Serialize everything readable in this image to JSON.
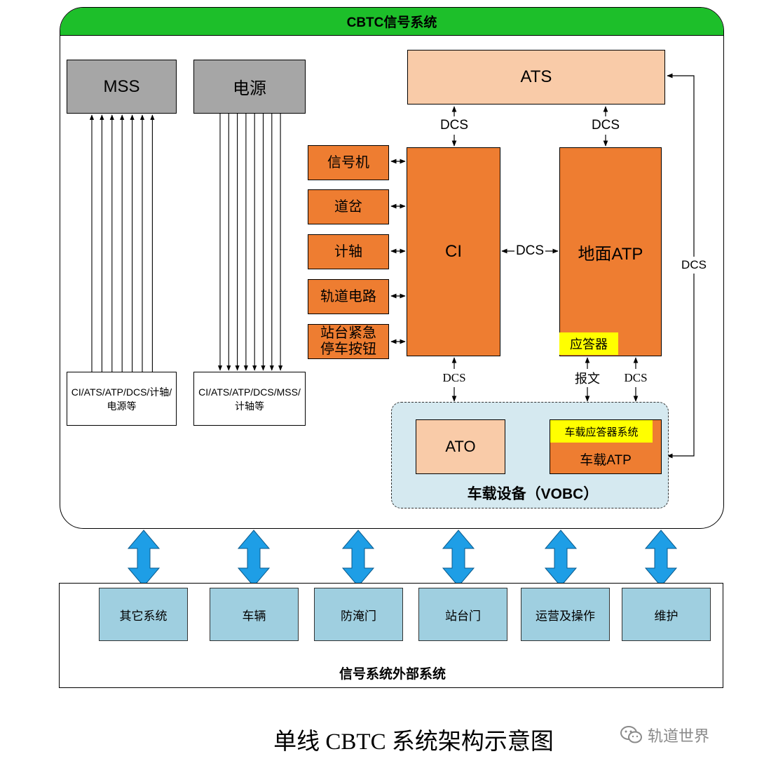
{
  "system": {
    "title": "CBTC信号系统",
    "mss": "MSS",
    "power": "电源",
    "mss_sources": "CI/ATS/ATP/DCS/计轴/电源等",
    "power_targets": "CI/ATS/ATP/DCS/MSS/计轴等",
    "ats": "ATS",
    "ci": "CI",
    "ground_atp": "地面ATP",
    "balise": "应答器",
    "devices": [
      "信号机",
      "道岔",
      "计轴",
      "轨道电路",
      "站台紧急停车按钮"
    ],
    "links": {
      "dcs_ats_ci": "DCS",
      "dcs_ats_atp": "DCS",
      "dcs_ci_atp": "DCS",
      "dcs_ats_vobc": "DCS",
      "dcs_ci_vobc": "DCS",
      "telegram": "报文",
      "dcs_atp_vobc": "DCS"
    },
    "vobc": {
      "title": "车载设备（VOBC）",
      "ato": "ATO",
      "onboard_balise": "车载应答器系统",
      "onboard_atp": "车载ATP"
    }
  },
  "external": {
    "title": "信号系统外部系统",
    "items": [
      "其它系统",
      "车辆",
      "防淹门",
      "站台门",
      "运营及操作",
      "维护"
    ]
  },
  "caption": "单线 CBTC 系统架构示意图",
  "watermark": "轨道世界",
  "colors": {
    "green_header": "#1dbf2a",
    "orange": "#ee7d31",
    "peach": "#f9cba8",
    "gray_box": "#a6a6a6",
    "blue_arrow": "#1e9ee6",
    "ext_box": "#9fcfe0",
    "vobc_bg": "#d5e9f0",
    "yellow": "#ffff00"
  }
}
